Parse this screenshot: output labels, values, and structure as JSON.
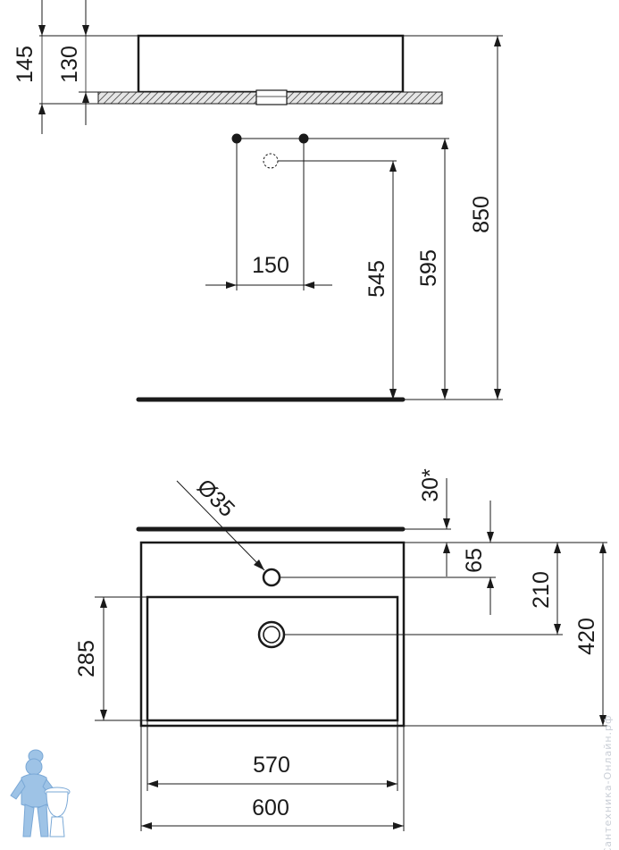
{
  "side_view": {
    "height_total": "145",
    "height_basin": "130"
  },
  "wall_view": {
    "tap_spacing": "150",
    "height_waste": "545",
    "height_taps": "595",
    "height_rim": "850"
  },
  "plan_view": {
    "tap_hole_diameter": "Ø35",
    "wall_gap": "30*",
    "tap_hole_offset": "65",
    "waste_offset": "210",
    "depth_total": "420",
    "bowl_depth": "285",
    "bowl_width": "570",
    "width_total": "600"
  },
  "watermark": {
    "text": "Сантехника-Онлайн.рф"
  },
  "colors": {
    "line": "#1a1a1a",
    "mascot": "#9ec3e6"
  }
}
